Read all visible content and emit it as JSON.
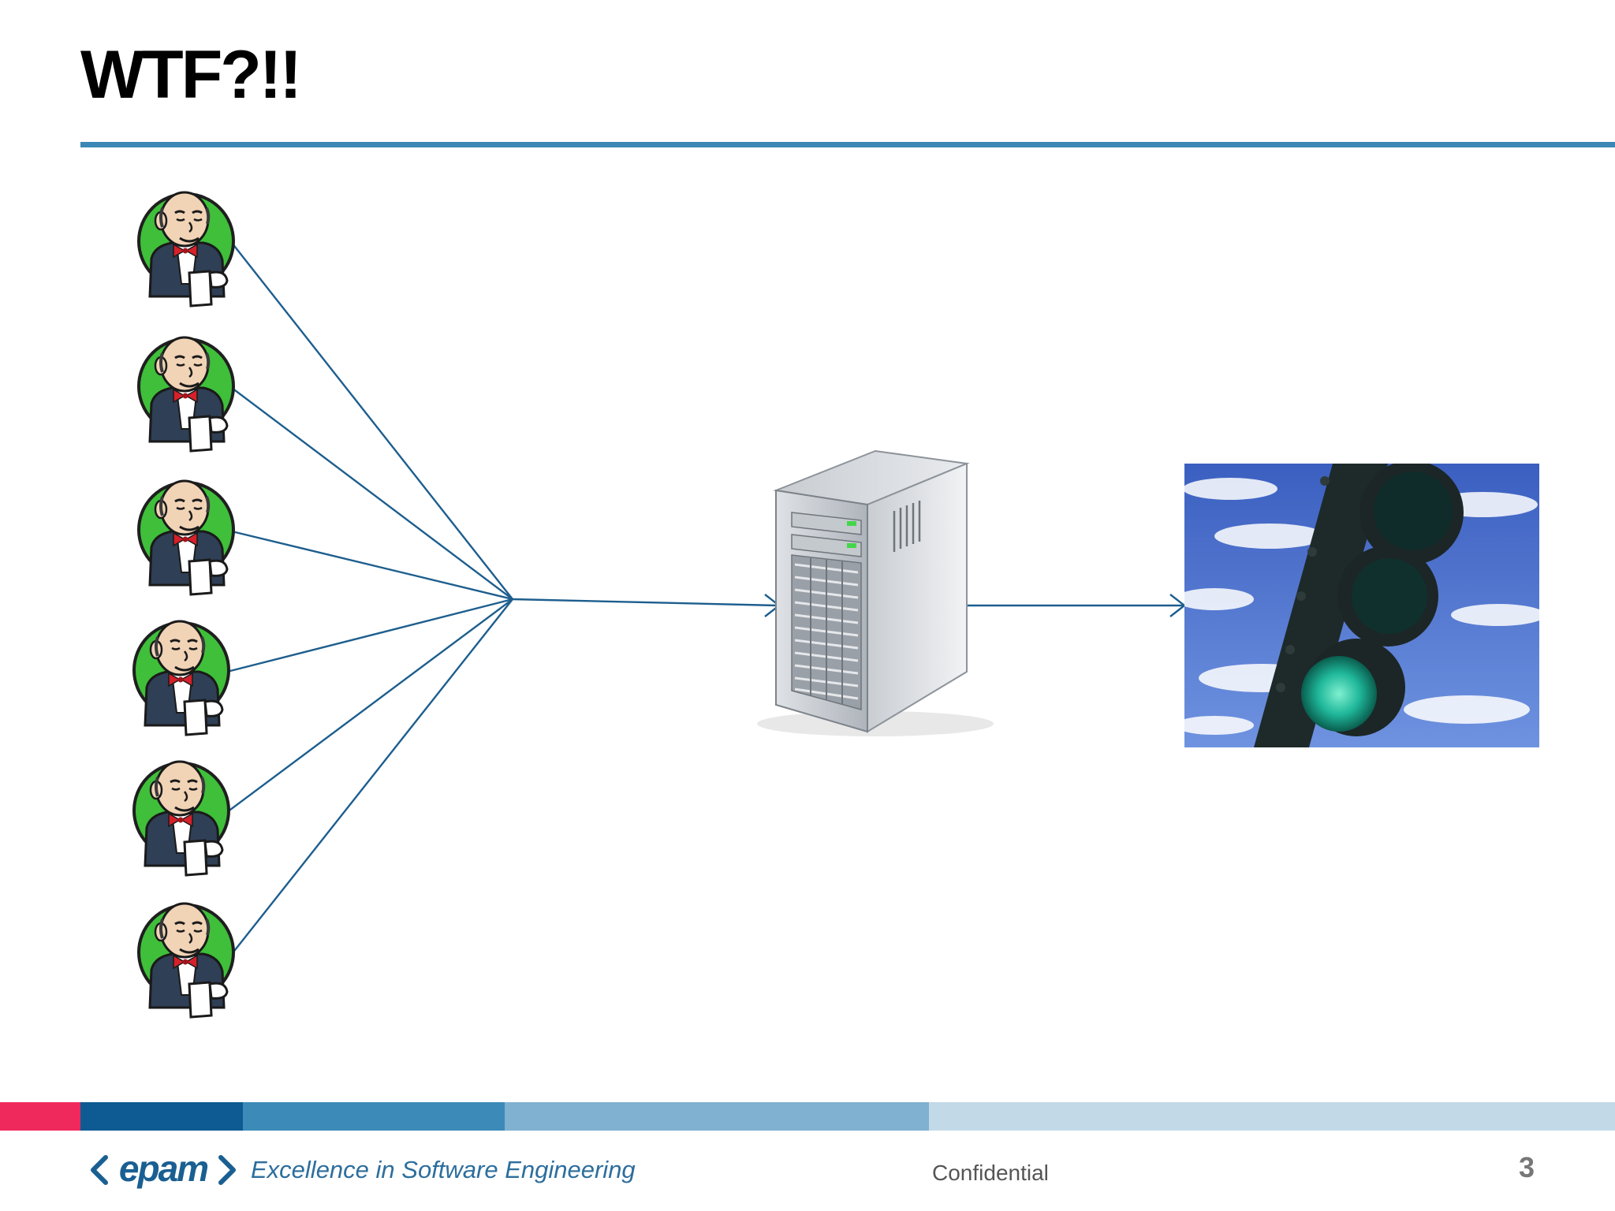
{
  "slide": {
    "title": "WTF?!!",
    "page_number": "3"
  },
  "footer": {
    "tagline": "Excellence in Software Engineering",
    "confidential": "Confidential",
    "logo_text": "<epam>"
  },
  "diagram": {
    "node_counts": {
      "jenkins_agents": 6,
      "servers": 1,
      "traffic_lights": 1
    },
    "nodes": [
      {
        "id": "jenkins-1",
        "icon": "jenkins-butler-icon"
      },
      {
        "id": "jenkins-2",
        "icon": "jenkins-butler-icon"
      },
      {
        "id": "jenkins-3",
        "icon": "jenkins-butler-icon"
      },
      {
        "id": "jenkins-4",
        "icon": "jenkins-butler-icon"
      },
      {
        "id": "jenkins-5",
        "icon": "jenkins-butler-icon"
      },
      {
        "id": "jenkins-6",
        "icon": "jenkins-butler-icon"
      },
      {
        "id": "server",
        "icon": "server-tower-icon"
      },
      {
        "id": "traffic-light",
        "icon": "traffic-light-green-icon"
      }
    ],
    "edges": [
      {
        "from": "jenkins-1",
        "to": "junction"
      },
      {
        "from": "jenkins-2",
        "to": "junction"
      },
      {
        "from": "jenkins-3",
        "to": "junction"
      },
      {
        "from": "jenkins-4",
        "to": "junction"
      },
      {
        "from": "jenkins-5",
        "to": "junction"
      },
      {
        "from": "jenkins-6",
        "to": "junction"
      },
      {
        "from": "junction",
        "to": "server",
        "arrow": true
      },
      {
        "from": "server",
        "to": "traffic-light",
        "arrow": true
      }
    ]
  },
  "colors": {
    "connector": "#1d5e8e",
    "title_rule": "#3b87b5",
    "jenkins_green": "#3fbf3a",
    "footer_pink": "#f0295c",
    "footer_dark_blue": "#0d5b92",
    "footer_mid_blue": "#3c8ab8",
    "footer_light_blue": "#80b1d0",
    "footer_pale_blue": "#c2d9e7",
    "tagline_blue": "#2c6e9d"
  }
}
